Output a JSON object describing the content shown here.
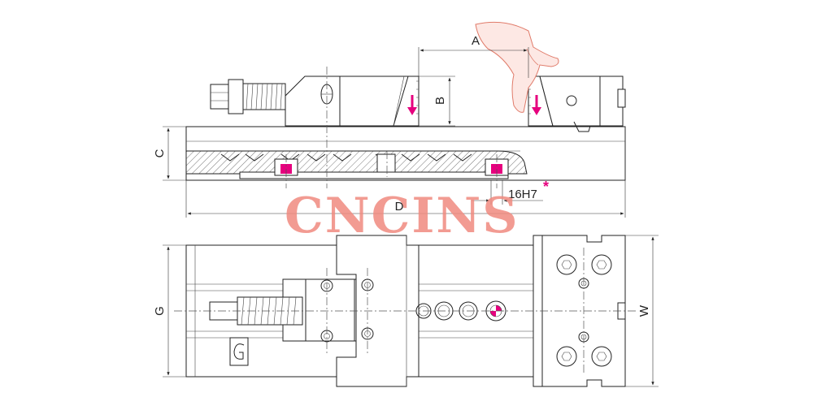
{
  "dimensions": {
    "A": "A",
    "B": "B",
    "C": "C",
    "D": "D",
    "G": "G",
    "W": "W",
    "slot": "16H7",
    "slot_marker": "*"
  },
  "watermark": {
    "text": "CNCINS"
  },
  "colors": {
    "magenta": "#e6007e",
    "line": "#222222",
    "watermark_red": "#f08a80",
    "watermark_gray": "#b8bcc8",
    "hand_outline": "#e07b6a"
  },
  "icons": {
    "arrow": "down-arrow-icon",
    "hand": "hand-icon",
    "logo": "g-logo-icon",
    "target": "center-target-icon"
  }
}
